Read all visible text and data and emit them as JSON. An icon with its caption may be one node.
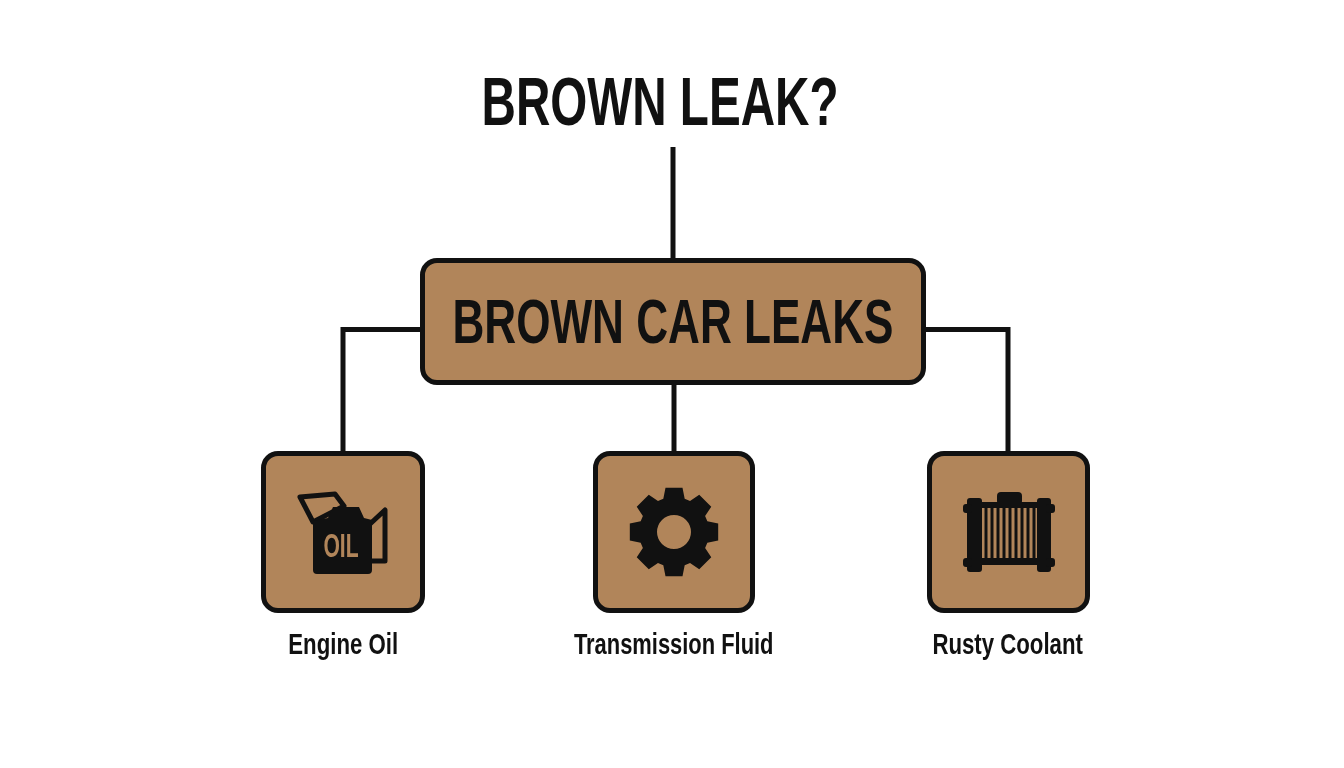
{
  "diagram": {
    "nodes": [
      {
        "text": [
          "BROWN LEAK?"
        ]
      },
      {
        "text": [
          "BROWN CAR LEAKS"
        ]
      },
      {
        "text": [
          "Engine Oil"
        ]
      },
      {
        "text": [
          "Transmission Fluid"
        ]
      },
      {
        "text": [
          "Rusty Coolant"
        ]
      }
    ],
    "edges": [
      {
        "from": 0,
        "to": 1,
        "arrow": "none"
      },
      {
        "from": 1,
        "to": 2,
        "arrow": "none"
      },
      {
        "from": 1,
        "to": 3,
        "arrow": "none"
      },
      {
        "from": 1,
        "to": 4,
        "arrow": "none"
      }
    ],
    "labels": [
      "OIL"
    ]
  }
}
